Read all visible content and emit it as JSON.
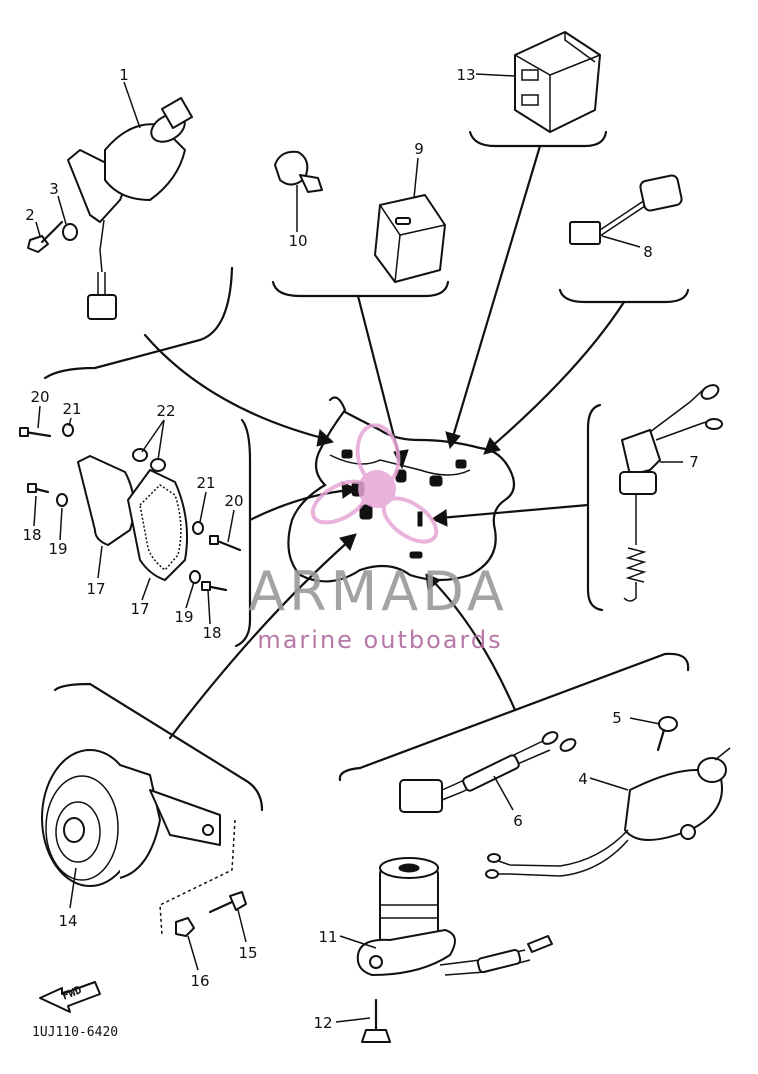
{
  "diagram": {
    "callouts": [
      "1",
      "2",
      "3",
      "4",
      "5",
      "6",
      "7",
      "8",
      "9",
      "10",
      "11",
      "12",
      "13",
      "14",
      "15",
      "16",
      "17",
      "17",
      "18",
      "18",
      "19",
      "19",
      "20",
      "20",
      "21",
      "21",
      "22"
    ],
    "part_code": "1UJ110-6420",
    "forward_marker": "FWD"
  },
  "watermark": {
    "brand": "ARMADA",
    "tagline": "marine outboards",
    "colors": {
      "brand_gray": "#9a9a9a",
      "logo_pink": "#e7a6d6",
      "tagline": "#b06a9e"
    }
  }
}
